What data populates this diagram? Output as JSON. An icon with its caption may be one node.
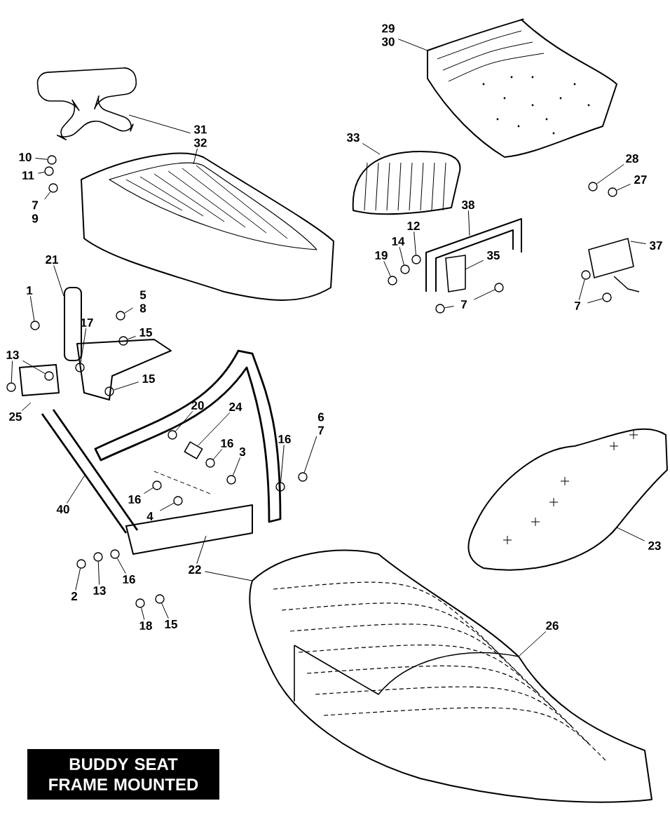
{
  "diagram": {
    "title": "BUDDY SEAT FRAME MOUNTED",
    "nodes": [
      {
        "text": [
          "29 30"
        ]
      },
      {
        "text": [
          "31 32"
        ]
      },
      {
        "text": [
          "10"
        ]
      },
      {
        "text": [
          "11"
        ]
      },
      {
        "text": [
          "7 9"
        ]
      },
      {
        "text": [
          "21"
        ]
      },
      {
        "text": [
          "1"
        ]
      },
      {
        "text": [
          "5 8"
        ]
      },
      {
        "text": [
          "17"
        ]
      },
      {
        "text": [
          "15"
        ]
      },
      {
        "text": [
          "13"
        ]
      },
      {
        "text": [
          "15"
        ]
      },
      {
        "text": [
          "25"
        ]
      },
      {
        "text": [
          "20"
        ]
      },
      {
        "text": [
          "24"
        ]
      },
      {
        "text": [
          "6 7"
        ]
      },
      {
        "text": [
          "16"
        ]
      },
      {
        "text": [
          "3"
        ]
      },
      {
        "text": [
          "16"
        ]
      },
      {
        "text": [
          "16"
        ]
      },
      {
        "text": [
          "4"
        ]
      },
      {
        "text": [
          "40"
        ]
      },
      {
        "text": [
          "22"
        ]
      },
      {
        "text": [
          "2"
        ]
      },
      {
        "text": [
          "13"
        ]
      },
      {
        "text": [
          "16"
        ]
      },
      {
        "text": [
          "18"
        ]
      },
      {
        "text": [
          "15"
        ]
      },
      {
        "text": [
          "33"
        ]
      },
      {
        "text": [
          "38"
        ]
      },
      {
        "text": [
          "12"
        ]
      },
      {
        "text": [
          "14"
        ]
      },
      {
        "text": [
          "19"
        ]
      },
      {
        "text": [
          "35"
        ]
      },
      {
        "text": [
          "7"
        ]
      },
      {
        "text": [
          "28"
        ]
      },
      {
        "text": [
          "27"
        ]
      },
      {
        "text": [
          "37"
        ]
      },
      {
        "text": [
          "7"
        ]
      },
      {
        "text": [
          "23"
        ]
      },
      {
        "text": [
          "26"
        ]
      },
      {
        "text": [],
        "shape": "circle"
      },
      {
        "text": [],
        "shape": "circle"
      },
      {
        "text": [],
        "shape": "circle"
      },
      {
        "text": [],
        "shape": "circle"
      },
      {
        "text": [],
        "shape": "circle"
      },
      {
        "text": [],
        "shape": "circle"
      },
      {
        "text": [],
        "shape": "circle"
      },
      {
        "text": [],
        "shape": "circle"
      },
      {
        "text": [],
        "shape": "circle"
      },
      {
        "text": [],
        "shape": "circle"
      },
      {
        "text": [],
        "shape": "circle"
      },
      {
        "text": [],
        "shape": "circle"
      },
      {
        "text": [],
        "shape": "circle"
      },
      {
        "text": [],
        "shape": "circle"
      },
      {
        "text": [],
        "shape": "circle"
      },
      {
        "text": [],
        "shape": "circle"
      },
      {
        "text": [],
        "shape": "circle"
      },
      {
        "text": [],
        "shape": "circle"
      },
      {
        "text": [],
        "shape": "circle"
      },
      {
        "text": [],
        "shape": "circle"
      },
      {
        "text": [],
        "shape": "circle"
      },
      {
        "text": [],
        "shape": "circle"
      },
      {
        "text": [],
        "shape": "circle"
      },
      {
        "text": [],
        "shape": "circle"
      },
      {
        "text": [],
        "shape": "circle"
      },
      {
        "text": [],
        "shape": "circle"
      },
      {
        "text": [],
        "shape": "circle"
      },
      {
        "text": [],
        "shape": "circle"
      },
      {
        "text": [],
        "shape": "circle"
      },
      {
        "text": [],
        "shape": "circle"
      },
      {
        "text": [],
        "shape": "circle"
      },
      {
        "text": [],
        "shape": "bar"
      },
      {
        "text": [],
        "shape": "box"
      }
    ],
    "edges": [
      {
        "from": 0,
        "to": null,
        "arrow": "none"
      },
      {
        "from": 1,
        "to": null,
        "arrow": "none"
      },
      {
        "from": 1,
        "to": null,
        "arrow": "none"
      },
      {
        "from": 2,
        "to": 41,
        "arrow": "none"
      },
      {
        "from": 3,
        "to": 42,
        "arrow": "none"
      },
      {
        "from": 4,
        "to": 43,
        "arrow": "none"
      },
      {
        "from": 5,
        "to": 72,
        "arrow": "none"
      },
      {
        "from": 6,
        "to": 44,
        "arrow": "none"
      },
      {
        "from": 7,
        "to": 45,
        "arrow": "none"
      },
      {
        "from": 8,
        "to": 46,
        "arrow": "none"
      },
      {
        "from": 9,
        "to": 47,
        "arrow": "none"
      },
      {
        "from": 10,
        "to": 48,
        "arrow": "none"
      },
      {
        "from": 10,
        "to": 49,
        "arrow": "none"
      },
      {
        "from": 11,
        "to": 50,
        "arrow": "none"
      },
      {
        "from": 12,
        "to": null,
        "arrow": "none"
      },
      {
        "from": 13,
        "to": 51,
        "arrow": "none"
      },
      {
        "from": 14,
        "to": 73,
        "arrow": "none"
      },
      {
        "from": 15,
        "to": 52,
        "arrow": "none"
      },
      {
        "from": 16,
        "to": 53,
        "arrow": "none"
      },
      {
        "from": 17,
        "to": 54,
        "arrow": "none"
      },
      {
        "from": 18,
        "to": 55,
        "arrow": "none"
      },
      {
        "from": 19,
        "to": 56,
        "arrow": "none"
      },
      {
        "from": 20,
        "to": 57,
        "arrow": "none"
      },
      {
        "from": 21,
        "to": null,
        "arrow": "none"
      },
      {
        "from": 22,
        "to": null,
        "arrow": "none"
      },
      {
        "from": 22,
        "to": null,
        "arrow": "none"
      },
      {
        "from": 23,
        "to": 58,
        "arrow": "none"
      },
      {
        "from": 24,
        "to": 59,
        "arrow": "none"
      },
      {
        "from": 25,
        "to": 60,
        "arrow": "none"
      },
      {
        "from": 26,
        "to": 61,
        "arrow": "none"
      },
      {
        "from": 27,
        "to": 62,
        "arrow": "none"
      },
      {
        "from": 28,
        "to": null,
        "arrow": "none"
      },
      {
        "from": 29,
        "to": null,
        "arrow": "none"
      },
      {
        "from": 30,
        "to": 63,
        "arrow": "none"
      },
      {
        "from": 31,
        "to": 64,
        "arrow": "none"
      },
      {
        "from": 32,
        "to": 65,
        "arrow": "none"
      },
      {
        "from": 33,
        "to": null,
        "arrow": "none"
      },
      {
        "from": 34,
        "to": 66,
        "arrow": "none"
      },
      {
        "from": 34,
        "to": 67,
        "arrow": "none"
      },
      {
        "from": 35,
        "to": 68,
        "arrow": "none"
      },
      {
        "from": 36,
        "to": 69,
        "arrow": "none"
      },
      {
        "from": 37,
        "to": null,
        "arrow": "none"
      },
      {
        "from": 38,
        "to": 70,
        "arrow": "none"
      },
      {
        "from": 38,
        "to": 71,
        "arrow": "none"
      },
      {
        "from": 39,
        "to": null,
        "arrow": "none"
      },
      {
        "from": 40,
        "to": null,
        "arrow": "none"
      }
    ]
  }
}
